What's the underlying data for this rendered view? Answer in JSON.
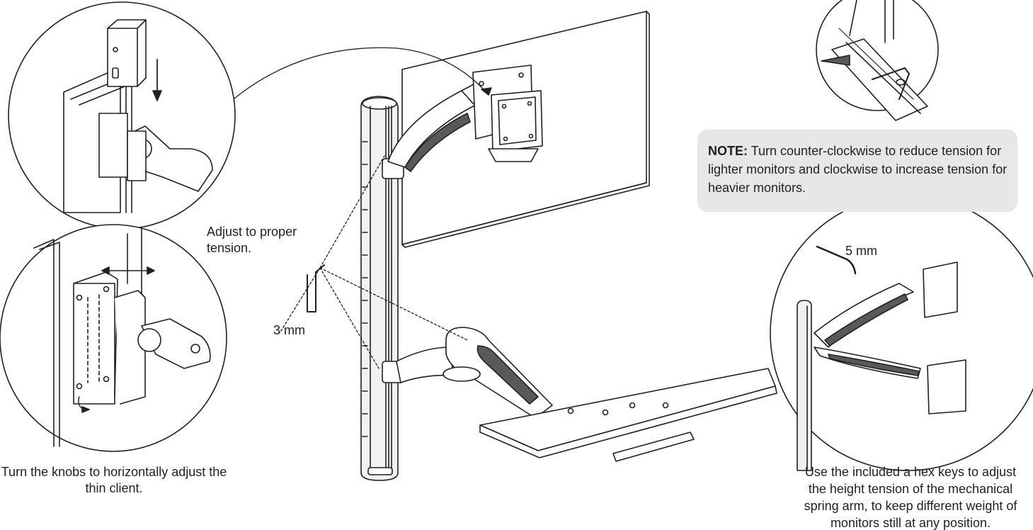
{
  "labels": {
    "tension": "Adjust to proper tension.",
    "hex_small": "3 mm",
    "hex_large": "5 mm",
    "knobs_caption": "Turn the knobs to horizontally adjust the thin client.",
    "spring_caption": "Use the included a hex keys to adjust the height tension of the mechanical spring arm, to keep different weight of monitors still at any position."
  },
  "note": {
    "prefix": "NOTE:",
    "body": "Turn counter-clockwise to reduce tension for lighter monitors and clockwise to increase tension for heavier monitors."
  },
  "colors": {
    "line": "#231f20",
    "note_background": "#e6e7e8",
    "pole_fill": "#f1f1f2",
    "arm_dark": "#58595b"
  },
  "icons": [
    "hex-key-icon",
    "down-arrow-icon",
    "double-arrow-icon",
    "rotate-arrow-icon"
  ]
}
